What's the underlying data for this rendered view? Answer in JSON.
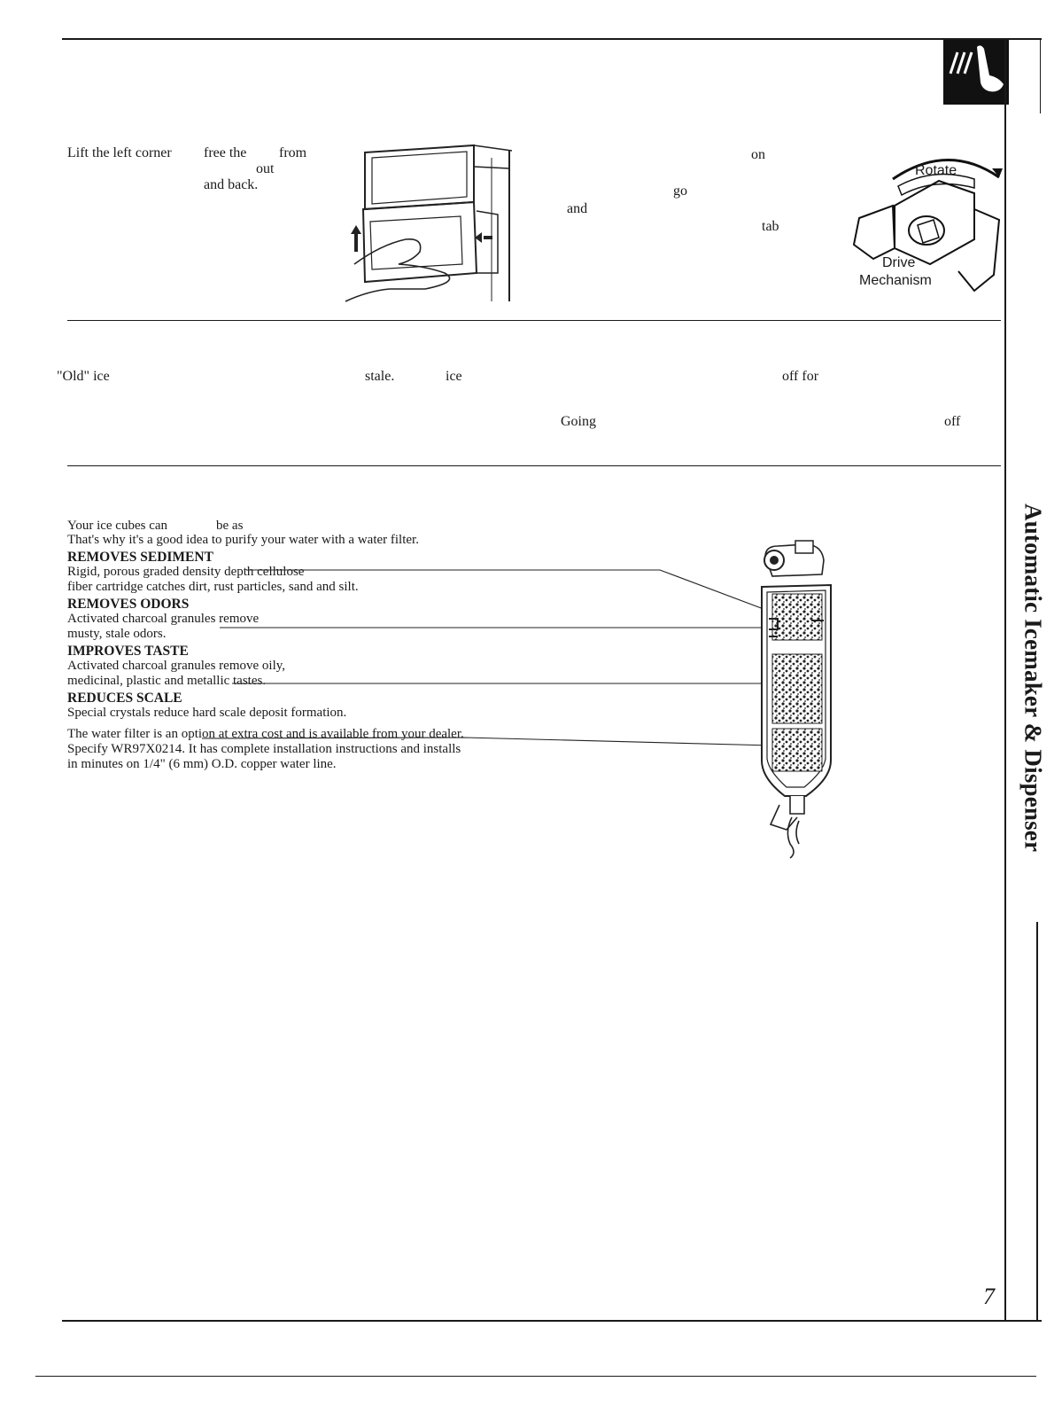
{
  "sections": {
    "remove_bin": {
      "fragments": [
        "Lift the left corner",
        "free the",
        "from",
        "out",
        "and back."
      ]
    },
    "drive": {
      "fragments": [
        "on",
        "go",
        "and",
        "tab"
      ],
      "diagram": {
        "rotate_label": "Rotate",
        "drive_label": "Drive",
        "mechanism_label": "Mechanism"
      }
    },
    "old_ice": {
      "fragments": [
        "\"Old\" ice",
        "stale.",
        "ice",
        "off for",
        "Going",
        "off"
      ]
    },
    "water_filter": {
      "intro_fragment": "Your ice cubes can",
      "intro_fragment_2": "be as",
      "intro_line_2": "That's why it's a good idea to purify your water with a water filter.",
      "features": [
        {
          "heading": "REMOVES SEDIMENT",
          "lines": [
            "Rigid, porous graded density depth cellulose",
            "fiber cartridge catches dirt, rust particles, sand and silt."
          ]
        },
        {
          "heading": "REMOVES ODORS",
          "lines": [
            "Activated charcoal granules remove",
            "musty, stale odors."
          ]
        },
        {
          "heading": "IMPROVES TASTE",
          "lines": [
            "Activated charcoal granules remove oily,",
            "medicinal, plastic and metallic tastes."
          ]
        },
        {
          "heading": "REDUCES SCALE",
          "lines": [
            "Special crystals reduce hard scale deposit formation."
          ]
        }
      ],
      "closing_lines": [
        "The water filter is an option at extra cost and is available from your dealer.",
        "Specify WR97X0214. It has complete installation instructions and installs",
        "in minutes on 1/4\" (6 mm) O.D. copper water line."
      ]
    }
  },
  "side_tab": {
    "label": "Automatic Icemaker & Dispenser"
  },
  "page_number": "7",
  "icon": "hand-pointing-icon"
}
